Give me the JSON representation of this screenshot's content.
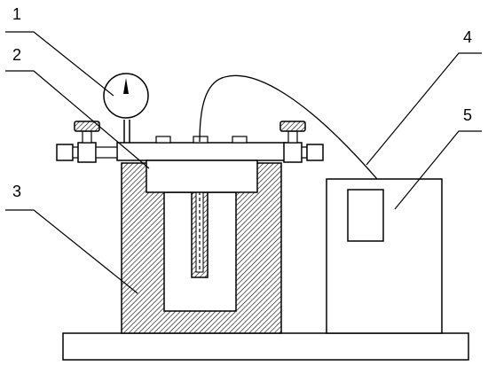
{
  "callouts": [
    {
      "id": "1",
      "text": "1"
    },
    {
      "id": "2",
      "text": "2"
    },
    {
      "id": "3",
      "text": "3"
    },
    {
      "id": "4",
      "text": "4"
    },
    {
      "id": "5",
      "text": "5"
    }
  ],
  "colors": {
    "stroke": "#000000",
    "background": "#ffffff",
    "hatch": "#000000"
  }
}
